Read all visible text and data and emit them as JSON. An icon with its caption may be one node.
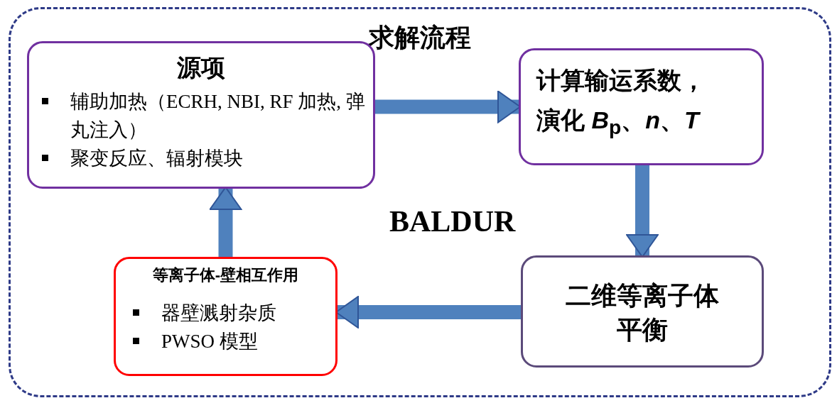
{
  "diagram": {
    "nodes": [
      {
        "text": [
          "求解流程"
        ]
      },
      {
        "text": [
          "源项",
          "辅助加热（ECRH, NBI, RF 加热, 弹丸注入）",
          "聚变反应、辐射模块"
        ],
        "in": 0
      },
      {
        "text": [
          "计算输运系数，演化 *B*$_{p}$、*n*、*T*"
        ],
        "in": 0
      },
      {
        "text": [
          "二维等离子体平衡"
        ],
        "in": 0
      },
      {
        "text": [
          "等离子体-壁相互作用",
          "器壁溅射杂质",
          "PWSO 模型"
        ],
        "in": 0
      }
    ],
    "edges": [
      {
        "from": 1,
        "to": 2,
        "arrow": "to"
      },
      {
        "from": 2,
        "to": 3,
        "arrow": "to"
      },
      {
        "from": 3,
        "to": 4,
        "arrow": "to"
      },
      {
        "from": 4,
        "to": 1,
        "arrow": "to"
      }
    ],
    "labels": [
      "BALDUR"
    ]
  }
}
